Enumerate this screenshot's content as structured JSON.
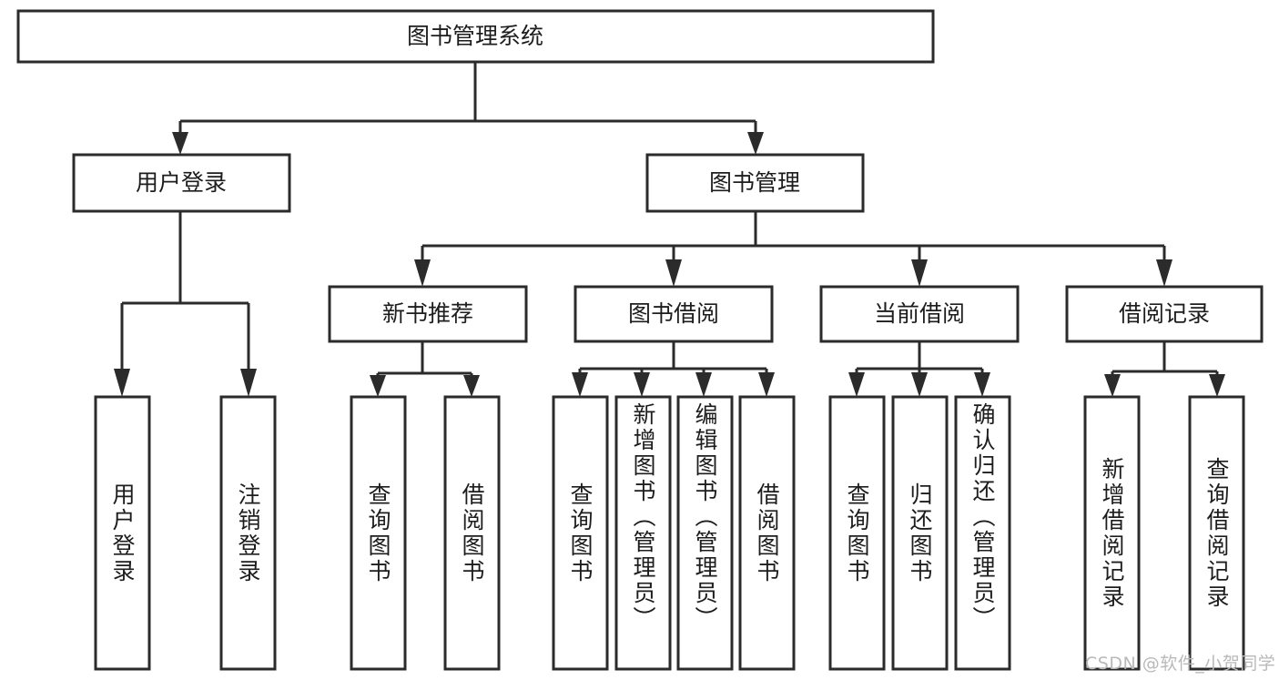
{
  "diagram": {
    "title": "图书管理系统",
    "type": "tree",
    "watermark": "CSDN @软件_小贺同学",
    "colors": {
      "stroke": "#2b2b2b",
      "fill": "#ffffff",
      "text": "#1d1d1d",
      "watermark": "#b9b9b9",
      "background": "#ffffff"
    },
    "root": {
      "label": "图书管理系统"
    },
    "level2": [
      {
        "label": "用户登录"
      },
      {
        "label": "图书管理"
      }
    ],
    "level3": [
      {
        "label": "新书推荐"
      },
      {
        "label": "图书借阅"
      },
      {
        "label": "当前借阅"
      },
      {
        "label": "借阅记录"
      }
    ],
    "leaves": {
      "user_login": [
        {
          "label": "用户登录"
        },
        {
          "label": "注销登录"
        }
      ],
      "new_book_recommend": [
        {
          "label": "查询图书"
        },
        {
          "label": "借阅图书"
        }
      ],
      "book_borrow": [
        {
          "label": "查询图书"
        },
        {
          "label": "新增图书（管理员）"
        },
        {
          "label": "编辑图书（管理员）"
        },
        {
          "label": "借阅图书"
        }
      ],
      "current_borrow": [
        {
          "label": "查询图书"
        },
        {
          "label": "归还图书"
        },
        {
          "label": "确认归还（管理员）"
        }
      ],
      "borrow_record": [
        {
          "label": "新增借阅记录"
        },
        {
          "label": "查询借阅记录"
        }
      ]
    }
  }
}
